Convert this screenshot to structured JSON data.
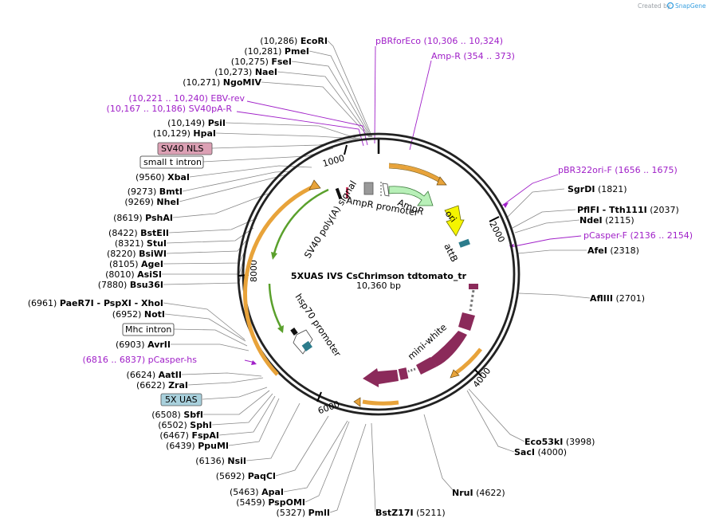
{
  "credit": {
    "prefix": "Created by",
    "brand": "SnapGene"
  },
  "plasmid": {
    "name": "5XUAS IVS CsChrimson tdtomato_tr",
    "length": "10,360 bp"
  },
  "scale_labels": [
    "1000",
    "2000",
    "4000",
    "6000",
    "8000"
  ],
  "arc_labels": {
    "sv40": "SV40 poly(A) signal",
    "ampr": "AmpR",
    "amprp": "AmpR promoter",
    "ori": "ori",
    "attb": "attB",
    "hsp70": "hsp70 promoter",
    "miniwhite": "mini-white"
  },
  "sites_left": [
    {
      "pos": "(10,286)",
      "name": "EcoRI"
    },
    {
      "pos": "(10,281)",
      "name": "PmeI"
    },
    {
      "pos": "(10,275)",
      "name": "FseI"
    },
    {
      "pos": "(10,273)",
      "name": "NaeI"
    },
    {
      "pos": "(10,271)",
      "name": "NgoMIV"
    },
    {
      "pos": "(10,149)",
      "name": "PsiI"
    },
    {
      "pos": "(10,129)",
      "name": "HpaI"
    },
    {
      "pos": "(9560)",
      "name": "XbaI"
    },
    {
      "pos": "(9273)",
      "name": "BmtI"
    },
    {
      "pos": "(9269)",
      "name": "NheI"
    },
    {
      "pos": "(8619)",
      "name": "PshAI"
    },
    {
      "pos": "(8422)",
      "name": "BstEII"
    },
    {
      "pos": "(8321)",
      "name": "StuI"
    },
    {
      "pos": "(8220)",
      "name": "BsiWI"
    },
    {
      "pos": "(8105)",
      "name": "AgeI"
    },
    {
      "pos": "(8010)",
      "name": "AsiSI"
    },
    {
      "pos": "(7880)",
      "name": "Bsu36I"
    },
    {
      "pos": "(6961)",
      "name": "PaeR7I",
      "extra": " - PspXI  - XhoI"
    },
    {
      "pos": "(6952)",
      "name": "NotI"
    },
    {
      "pos": "(6903)",
      "name": "AvrII"
    },
    {
      "pos": "(6624)",
      "name": "AatII"
    },
    {
      "pos": "(6622)",
      "name": "ZraI"
    },
    {
      "pos": "(6508)",
      "name": "SbfI"
    },
    {
      "pos": "(6502)",
      "name": "SphI"
    },
    {
      "pos": "(6467)",
      "name": "FspAI"
    },
    {
      "pos": "(6439)",
      "name": "PpuMI"
    },
    {
      "pos": "(6136)",
      "name": "NsiI"
    },
    {
      "pos": "(5692)",
      "name": "PaqCI"
    },
    {
      "pos": "(5463)",
      "name": "ApaI"
    },
    {
      "pos": "(5459)",
      "name": "PspOMI"
    },
    {
      "pos": "(5327)",
      "name": "PmlI"
    }
  ],
  "sites_right": [
    {
      "pos": "(1821)",
      "name": "SgrDI"
    },
    {
      "name": "PflFI",
      "extra": " - Tth111I",
      "pos": "(2037)"
    },
    {
      "name": "NdeI",
      "pos": "(2115)"
    },
    {
      "name": "AfeI",
      "pos": "(2318)"
    },
    {
      "name": "AflIII",
      "pos": "(2701)"
    },
    {
      "name": "Eco53kI",
      "pos": "(3998)"
    },
    {
      "name": "SacI",
      "pos": "(4000)"
    },
    {
      "name": "NruI",
      "pos": "(4622)"
    },
    {
      "name": "BstZ17I",
      "pos": "(5211)"
    }
  ],
  "primers": [
    {
      "name": "pBRforEco",
      "range": "(10,306 .. 10,324)"
    },
    {
      "name": "Amp-R",
      "range": "(354 .. 373)"
    },
    {
      "range": "(10,221 .. 10,240)",
      "name": "EBV-rev"
    },
    {
      "range": "(10,167 .. 10,186)",
      "name": "SV40pA-R"
    },
    {
      "name": "pBR322ori-F",
      "range": "(1656 .. 1675)"
    },
    {
      "name": "pCasper-F",
      "range": "(2136 .. 2154)"
    },
    {
      "range": "(6816 .. 6837)",
      "name": "pCasper-hs"
    }
  ],
  "boxed": {
    "sv40nls": "SV40 NLS",
    "smallt": "small t intron",
    "mhc": "Mhc intron",
    "uas": "5X UAS"
  },
  "colors": {
    "backbone": "#222222",
    "primer": "#a020c8",
    "orange": "#e8a33a",
    "green": "#5aa02c",
    "ampr": "#b8f0b8",
    "ori": "#f5f500",
    "maroon": "#8b2a5a",
    "teal": "#2c7c8c",
    "pink_box": "#dca0b4",
    "blue_box": "#a8d0dc"
  }
}
